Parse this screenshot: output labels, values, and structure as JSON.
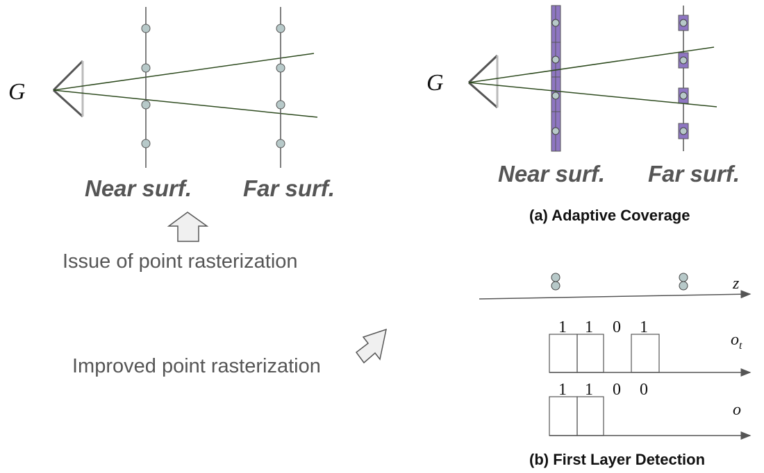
{
  "panel_issue": {
    "camera_label": "G",
    "near_label": "Near surf.",
    "far_label": "Far surf.",
    "description": "Issue of point rasterization"
  },
  "panel_improved": {
    "description": "Improved point rasterization"
  },
  "panel_a": {
    "camera_label": "G",
    "near_label": "Near surf.",
    "far_label": "Far surf.",
    "caption": "(a) Adaptive Coverage"
  },
  "panel_b": {
    "axis_z": "z",
    "row_ot_label": "o",
    "row_ot_subscript": "t",
    "row_o_label": "o",
    "ot_values": [
      "1",
      "1",
      "0",
      "1"
    ],
    "o_values": [
      "1",
      "1",
      "0",
      "0"
    ],
    "caption": "(b) First Layer Detection"
  },
  "colors": {
    "point_fill": "#b7c9c9",
    "ray": "#2d4a1e",
    "coverage_fill": "#8e76c2",
    "arrow_fill": "#f0f0f0"
  }
}
